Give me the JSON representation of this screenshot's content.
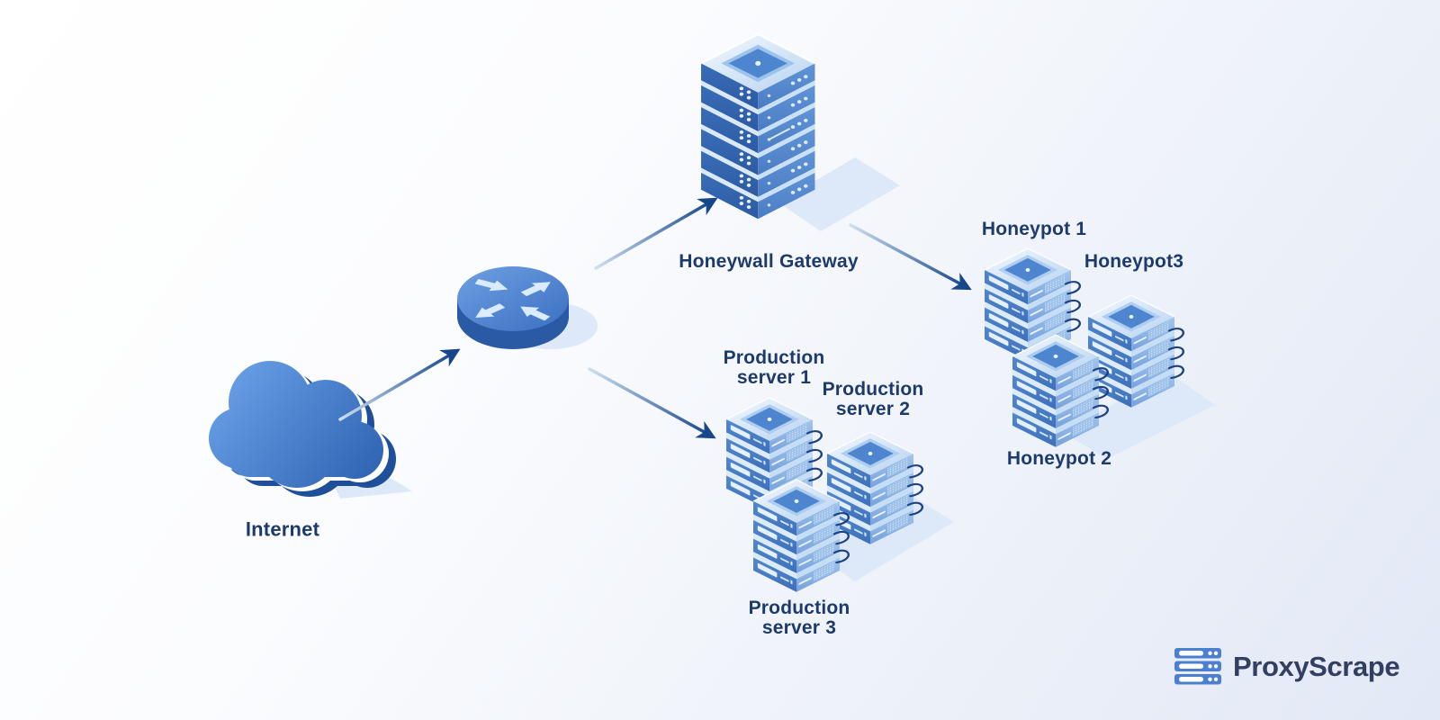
{
  "nodes": {
    "internet": {
      "label": "Internet",
      "icon": "cloud-icon"
    },
    "router": {
      "icon": "router-icon"
    },
    "honeywall_gateway": {
      "label": "Honeywall Gateway",
      "icon": "server-stack-icon"
    },
    "honeypot1": {
      "label": "Honeypot 1",
      "icon": "server-stack-icon"
    },
    "honeypot3": {
      "label": "Honeypot3",
      "icon": "server-stack-icon"
    },
    "honeypot2": {
      "label": "Honeypot 2",
      "icon": "server-stack-icon"
    },
    "production1": {
      "label": "Production server 1",
      "line1": "Production",
      "line2": "server 1",
      "icon": "server-stack-icon"
    },
    "production2": {
      "label": "Production server 2",
      "line1": "Production",
      "line2": "server 2",
      "icon": "server-stack-icon"
    },
    "production3": {
      "label": "Production server 3",
      "line1": "Production",
      "line2": "server 3",
      "icon": "server-stack-icon"
    }
  },
  "edges": [
    {
      "from": "internet",
      "to": "router"
    },
    {
      "from": "router",
      "to": "honeywall_gateway"
    },
    {
      "from": "honeywall_gateway",
      "to": "honeypot1"
    },
    {
      "from": "router",
      "to": "production1"
    }
  ],
  "branding": {
    "logo_text": "ProxyScrape",
    "logo_icon": "server-rack-icon"
  },
  "colors": {
    "label_text": "#1d3a6d",
    "arrow_dark": "#17468a",
    "arrow_light": "#cddff2",
    "server_blue": "#4a80c8",
    "server_dark_blue": "#3263ad",
    "server_light_blue": "#a8c8ec",
    "shadow_blue": "#dde9f8",
    "logo_icon": "#4a7fd1",
    "logo_text": "#333e63",
    "background_start": "#ffffff",
    "background_end": "#e2e8f6"
  }
}
